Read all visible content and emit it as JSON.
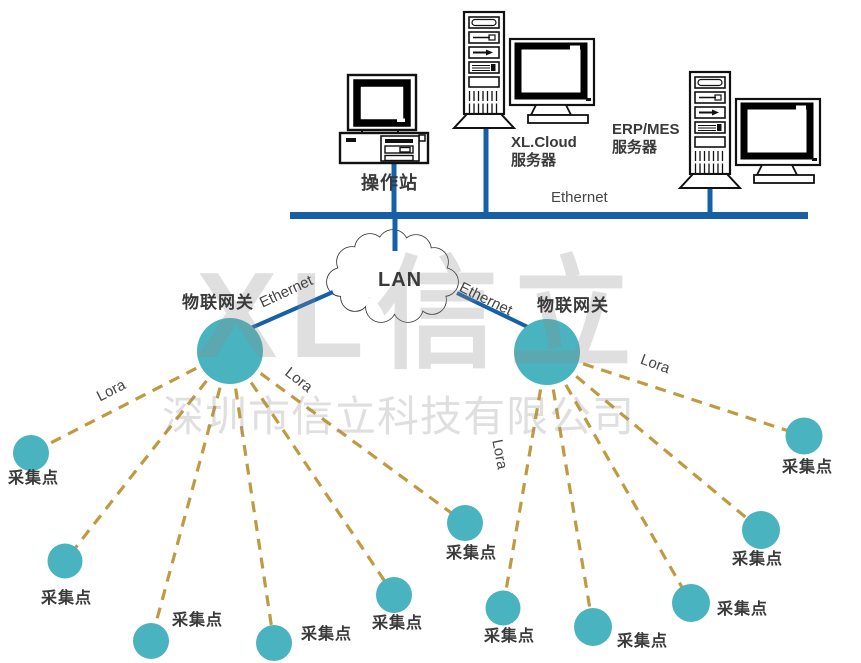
{
  "devices": {
    "workstation": {
      "label": "操作站"
    },
    "cloud_server": {
      "line1": "XL.Cloud",
      "line2": "服务器"
    },
    "erp_server": {
      "line1": "ERP/MES",
      "line2": "服务器"
    }
  },
  "network": {
    "bus_label": "Ethernet",
    "lan_label": "LAN",
    "ethernet_link_left": "Ethernet",
    "ethernet_link_right": "Ethernet",
    "lora_labels": [
      "Lora",
      "Lora",
      "Lora",
      "Lora"
    ]
  },
  "gateways": [
    {
      "label": "物联网关"
    },
    {
      "label": "物联网关"
    }
  ],
  "sensor_nodes": [
    {
      "label": "采集点"
    },
    {
      "label": "采集点"
    },
    {
      "label": "采集点"
    },
    {
      "label": "采集点"
    },
    {
      "label": "采集点"
    },
    {
      "label": "采集点"
    },
    {
      "label": "采集点"
    },
    {
      "label": "采集点"
    },
    {
      "label": "采集点"
    },
    {
      "label": "采集点"
    },
    {
      "label": "采集点"
    }
  ],
  "watermark": {
    "logo": "XL信立",
    "company": "深圳市信立科技有限公司"
  },
  "colors": {
    "ethernet_blue": "#1560a8",
    "device_teal": "#49b3bf",
    "lora_gold": "#c09a40",
    "label_dark": "#3a3a3a"
  }
}
